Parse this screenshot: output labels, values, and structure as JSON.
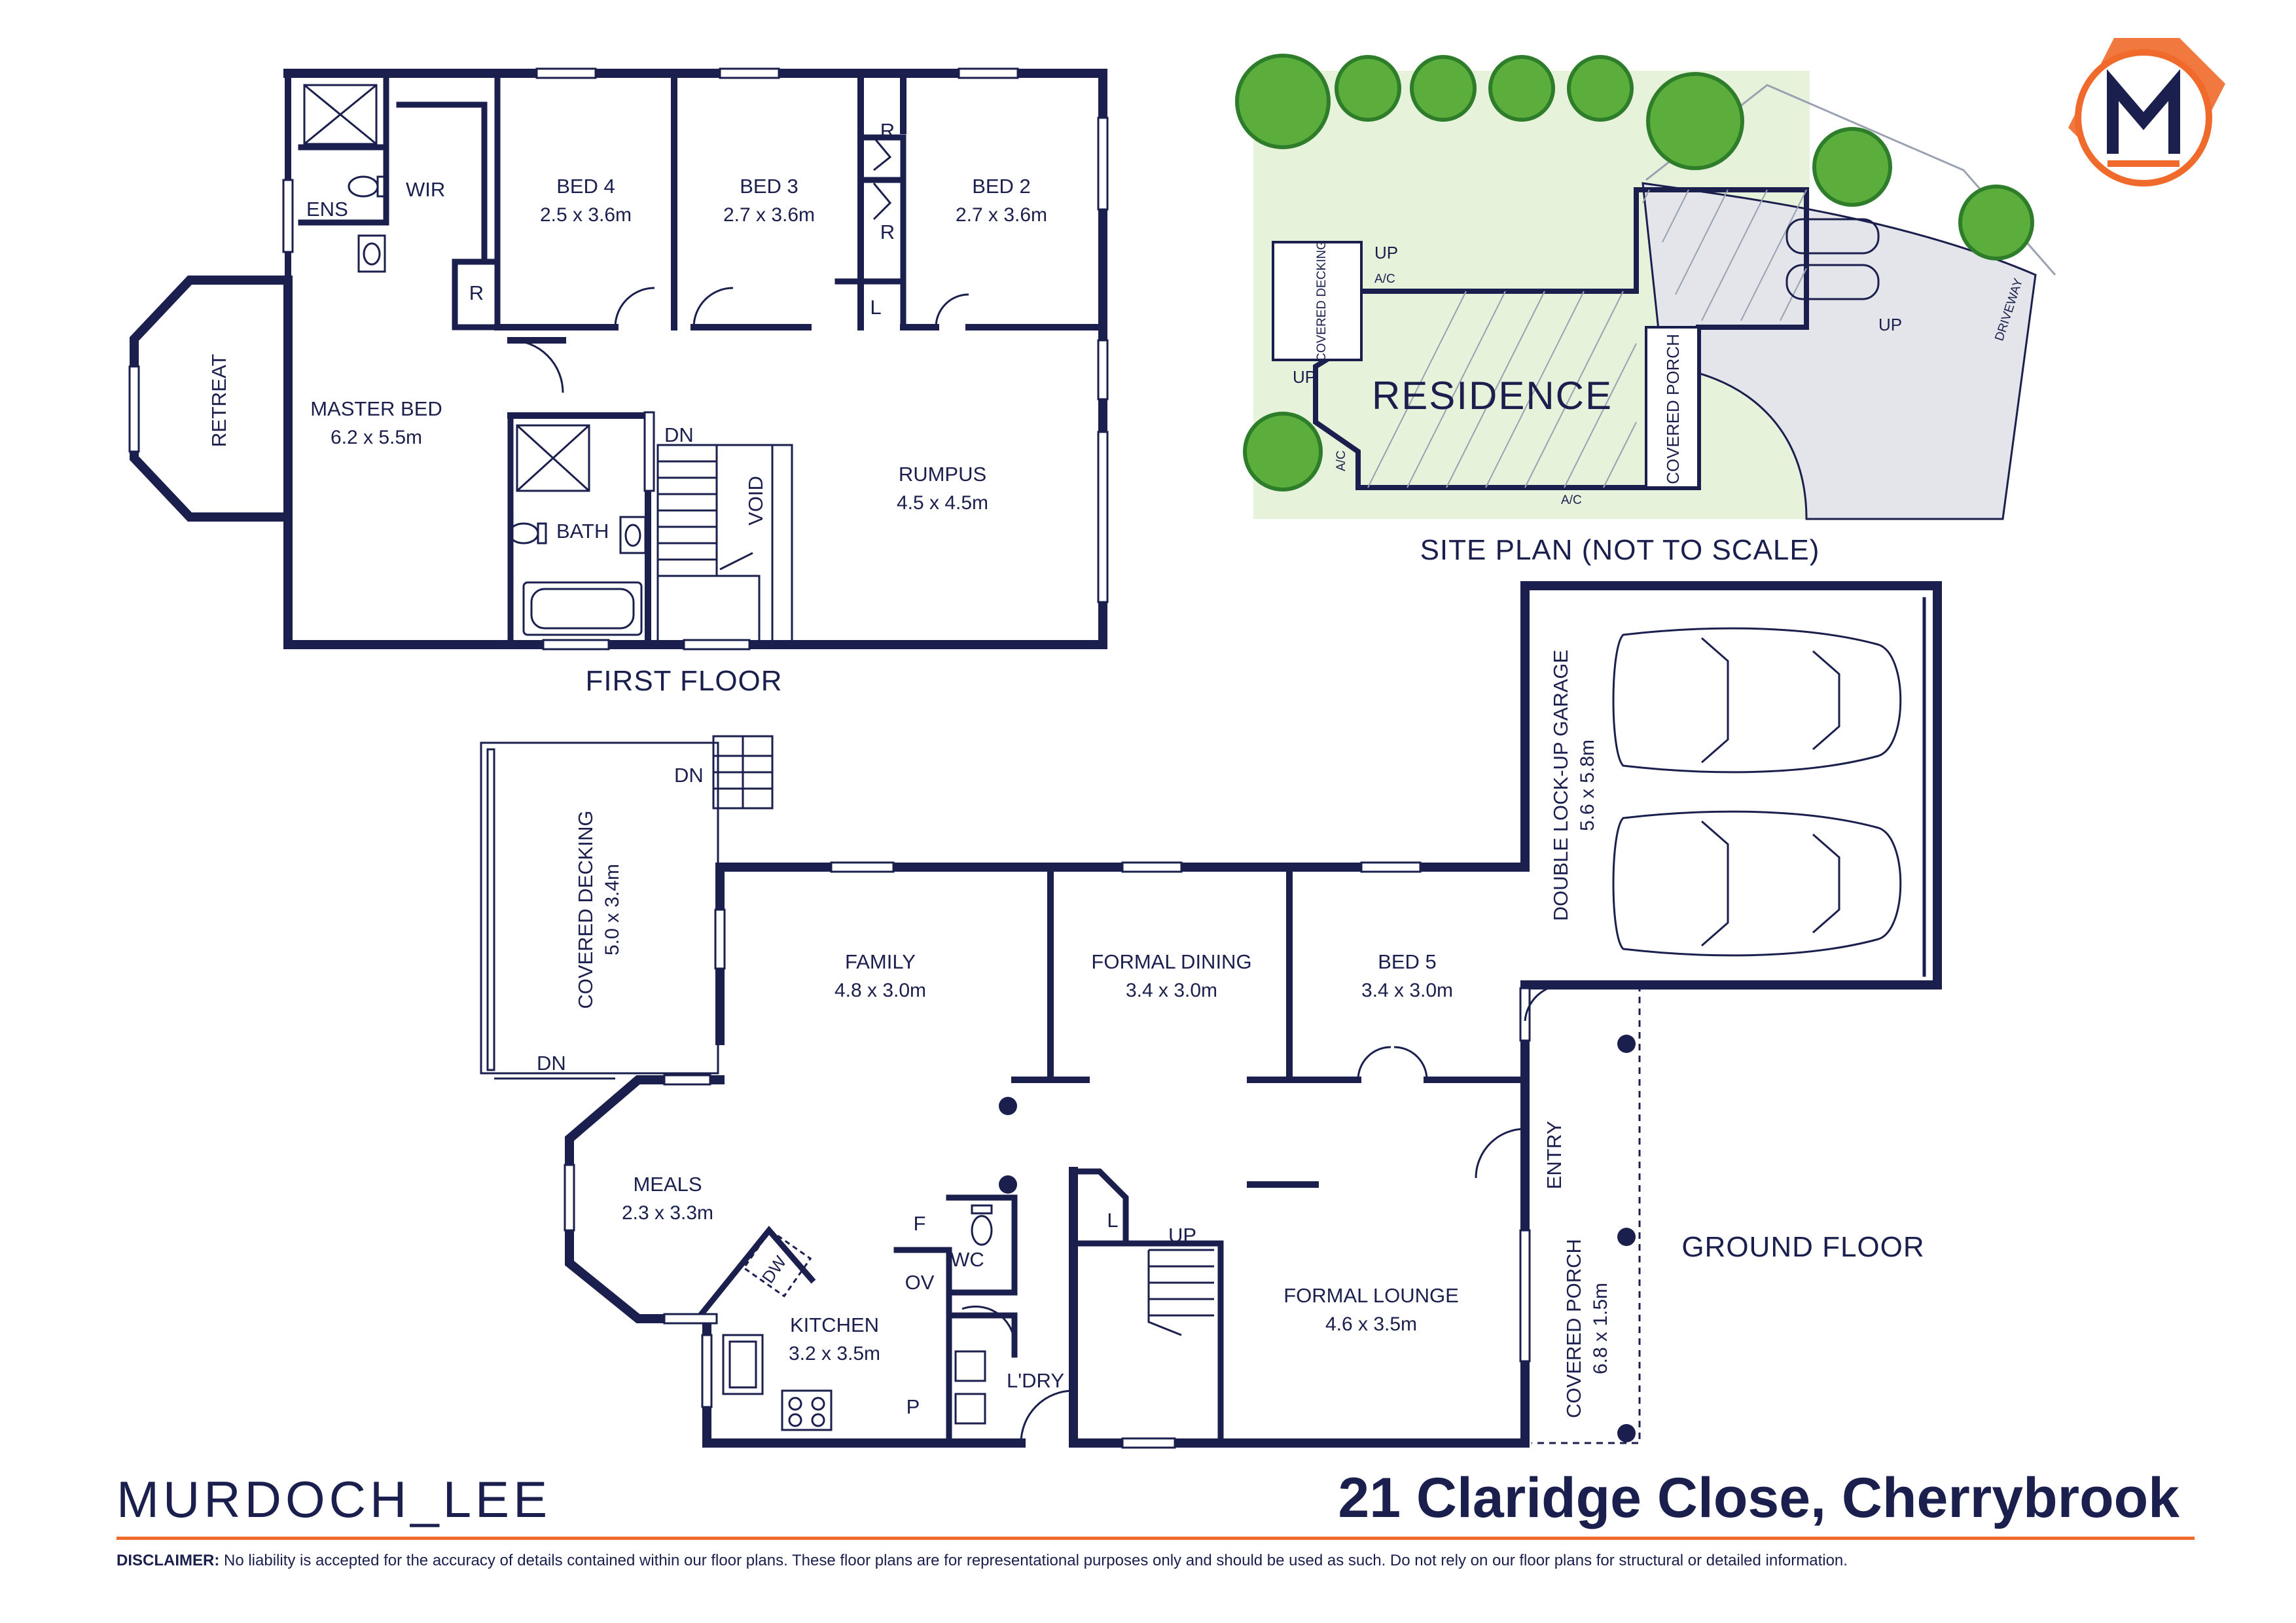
{
  "colors": {
    "navy": "#1b1f4d",
    "orange": "#ef6a2b",
    "lawn": "#e6f2d9",
    "tree": "#5cae3c",
    "tree_dark": "#2e7d2a",
    "drive": "#e3e5ea",
    "footer_rule": "#ef6a2b"
  },
  "icons": [
    "logo-m-icon",
    "north-arrow-icon",
    "car-icon",
    "tree-icon",
    "bath-icon",
    "toilet-icon",
    "basin-icon",
    "shower-icon",
    "stove-icon",
    "sink-icon",
    "dishwasher-icon"
  ],
  "first_floor": {
    "caption": "FIRST FLOOR",
    "rooms": {
      "ens": "ENS",
      "wir": "WIR",
      "bed4": "BED 4",
      "bed4_dim": "2.5 x 3.6m",
      "bed3": "BED 3",
      "bed3_dim": "2.7 x 3.6m",
      "bed2": "BED 2",
      "bed2_dim": "2.7 x 3.6m",
      "retreat": "RETREAT",
      "master": "MASTER BED",
      "master_dim": "6.2 x 5.5m",
      "bath": "BATH",
      "void": "VOID",
      "dn": "DN",
      "rumpus": "RUMPUS",
      "rumpus_dim": "4.5 x 4.5m",
      "robe": "R",
      "linen": "L"
    }
  },
  "site_plan": {
    "caption": "SITE PLAN (NOT TO SCALE)",
    "residence": "RESIDENCE",
    "covered_decking": "COVERED DECKING",
    "covered_porch": "COVERED PORCH",
    "ac": "A/C",
    "up": "UP",
    "driveway": "DRIVEWAY"
  },
  "ground_floor": {
    "caption": "GROUND FLOOR",
    "rooms": {
      "decking": "COVERED DECKING",
      "decking_dim": "5.0 x 3.4m",
      "dn": "DN",
      "family": "FAMILY",
      "family_dim": "4.8 x 3.0m",
      "dining": "FORMAL DINING",
      "dining_dim": "3.4 x 3.0m",
      "bed5": "BED 5",
      "bed5_dim": "3.4 x 3.0m",
      "garage": "DOUBLE LOCK-UP GARAGE",
      "garage_dim": "5.6 x 5.8m",
      "meals": "MEALS",
      "meals_dim": "2.3 x 3.3m",
      "kitchen": "KITCHEN",
      "kitchen_dim": "3.2 x 3.5m",
      "dw": "DW",
      "fridge": "F",
      "oven": "OV",
      "pantry": "P",
      "wc": "WC",
      "laundry": "L'DRY",
      "linen": "L",
      "up": "UP",
      "lounge": "FORMAL LOUNGE",
      "lounge_dim": "4.6 x 3.5m",
      "entry": "ENTRY",
      "porch": "COVERED PORCH",
      "porch_dim": "6.8 x 1.5m"
    }
  },
  "footer": {
    "brand": "MURDOCH_LEE",
    "address": "21 Claridge Close, Cherrybrook",
    "disclaimer_label": "DISCLAIMER:",
    "disclaimer": "No liability is accepted for the accuracy of details contained within our floor plans. These floor plans are for representational purposes only and should be used as such. Do not rely on our floor plans for structural or detailed information."
  }
}
